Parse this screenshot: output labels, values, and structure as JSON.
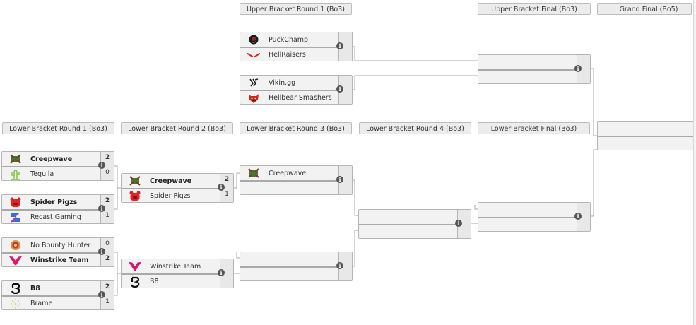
{
  "headers": {
    "ub_r1": "Upper Bracket Round 1 (Bo3)",
    "ub_final": "Upper Bracket Final (Bo3)",
    "grand_final": "Grand Final (Bo5)",
    "lb_r1": "Lower Bracket Round 1 (Bo3)",
    "lb_r2": "Lower Bracket Round 2 (Bo3)",
    "lb_r3": "Lower Bracket Round 3 (Bo3)",
    "lb_r4": "Lower Bracket Round 4 (Bo3)",
    "lb_final": "Lower Bracket Final (Bo3)"
  },
  "info_glyph": "i",
  "matches": {
    "ub_r1_m1": {
      "teams": [
        {
          "name": "PuckChamp",
          "icon": "puckchamp-logo",
          "score": "",
          "winner": false
        },
        {
          "name": "HellRaisers",
          "icon": "hellraisers-logo",
          "score": "",
          "winner": false
        }
      ]
    },
    "ub_r1_m2": {
      "teams": [
        {
          "name": "Vikin.gg",
          "icon": "vikin-logo",
          "score": "",
          "winner": false
        },
        {
          "name": "Hellbear Smashers",
          "icon": "hellbear-logo",
          "score": "",
          "winner": false
        }
      ]
    },
    "ub_final": {
      "teams": [
        {
          "name": "",
          "score": ""
        },
        {
          "name": "",
          "score": ""
        }
      ]
    },
    "grand_final": {
      "teams": [
        {
          "name": "",
          "score": ""
        },
        {
          "name": "",
          "score": ""
        }
      ]
    },
    "lb_r1_m1": {
      "teams": [
        {
          "name": "Creepwave",
          "icon": "creepwave-logo",
          "score": "2",
          "winner": true
        },
        {
          "name": "Tequila",
          "icon": "tequila-logo",
          "score": "0",
          "winner": false
        }
      ]
    },
    "lb_r1_m2": {
      "teams": [
        {
          "name": "Spider Pigzs",
          "icon": "spider-pigzs-logo",
          "score": "2",
          "winner": true
        },
        {
          "name": "Recast Gaming",
          "icon": "recast-logo",
          "score": "1",
          "winner": false
        }
      ]
    },
    "lb_r1_m3": {
      "teams": [
        {
          "name": "No Bounty Hunter",
          "icon": "no-bounty-hunter-logo",
          "score": "0",
          "winner": false
        },
        {
          "name": "Winstrike Team",
          "icon": "winstrike-logo",
          "score": "2",
          "winner": true
        }
      ]
    },
    "lb_r1_m4": {
      "teams": [
        {
          "name": "B8",
          "icon": "b8-logo",
          "score": "2",
          "winner": true
        },
        {
          "name": "Brame",
          "icon": "brame-logo",
          "score": "1",
          "winner": false
        }
      ]
    },
    "lb_r2_m1": {
      "teams": [
        {
          "name": "Creepwave",
          "icon": "creepwave-logo",
          "score": "2",
          "winner": true
        },
        {
          "name": "Spider Pigzs",
          "icon": "spider-pigzs-logo",
          "score": "1",
          "winner": false
        }
      ]
    },
    "lb_r2_m2": {
      "teams": [
        {
          "name": "Winstrike Team",
          "icon": "winstrike-logo",
          "score": "",
          "winner": false
        },
        {
          "name": "B8",
          "icon": "b8-logo",
          "score": "",
          "winner": false
        }
      ]
    },
    "lb_r3_m1": {
      "teams": [
        {
          "name": "Creepwave",
          "icon": "creepwave-logo",
          "score": "",
          "winner": false
        },
        {
          "name": "",
          "score": ""
        }
      ]
    },
    "lb_r3_m2": {
      "teams": [
        {
          "name": "",
          "score": ""
        },
        {
          "name": "",
          "score": ""
        }
      ]
    },
    "lb_r4": {
      "teams": [
        {
          "name": "",
          "score": ""
        },
        {
          "name": "",
          "score": ""
        }
      ]
    },
    "lb_final": {
      "teams": [
        {
          "name": "",
          "score": ""
        },
        {
          "name": "",
          "score": ""
        }
      ]
    }
  },
  "colors": {
    "box_bg": "#f2f2f2",
    "score_bg": "#e8e8e8",
    "border": "#b5b5b5",
    "connector": "#a9a9a9",
    "info_icon": "#555555"
  }
}
